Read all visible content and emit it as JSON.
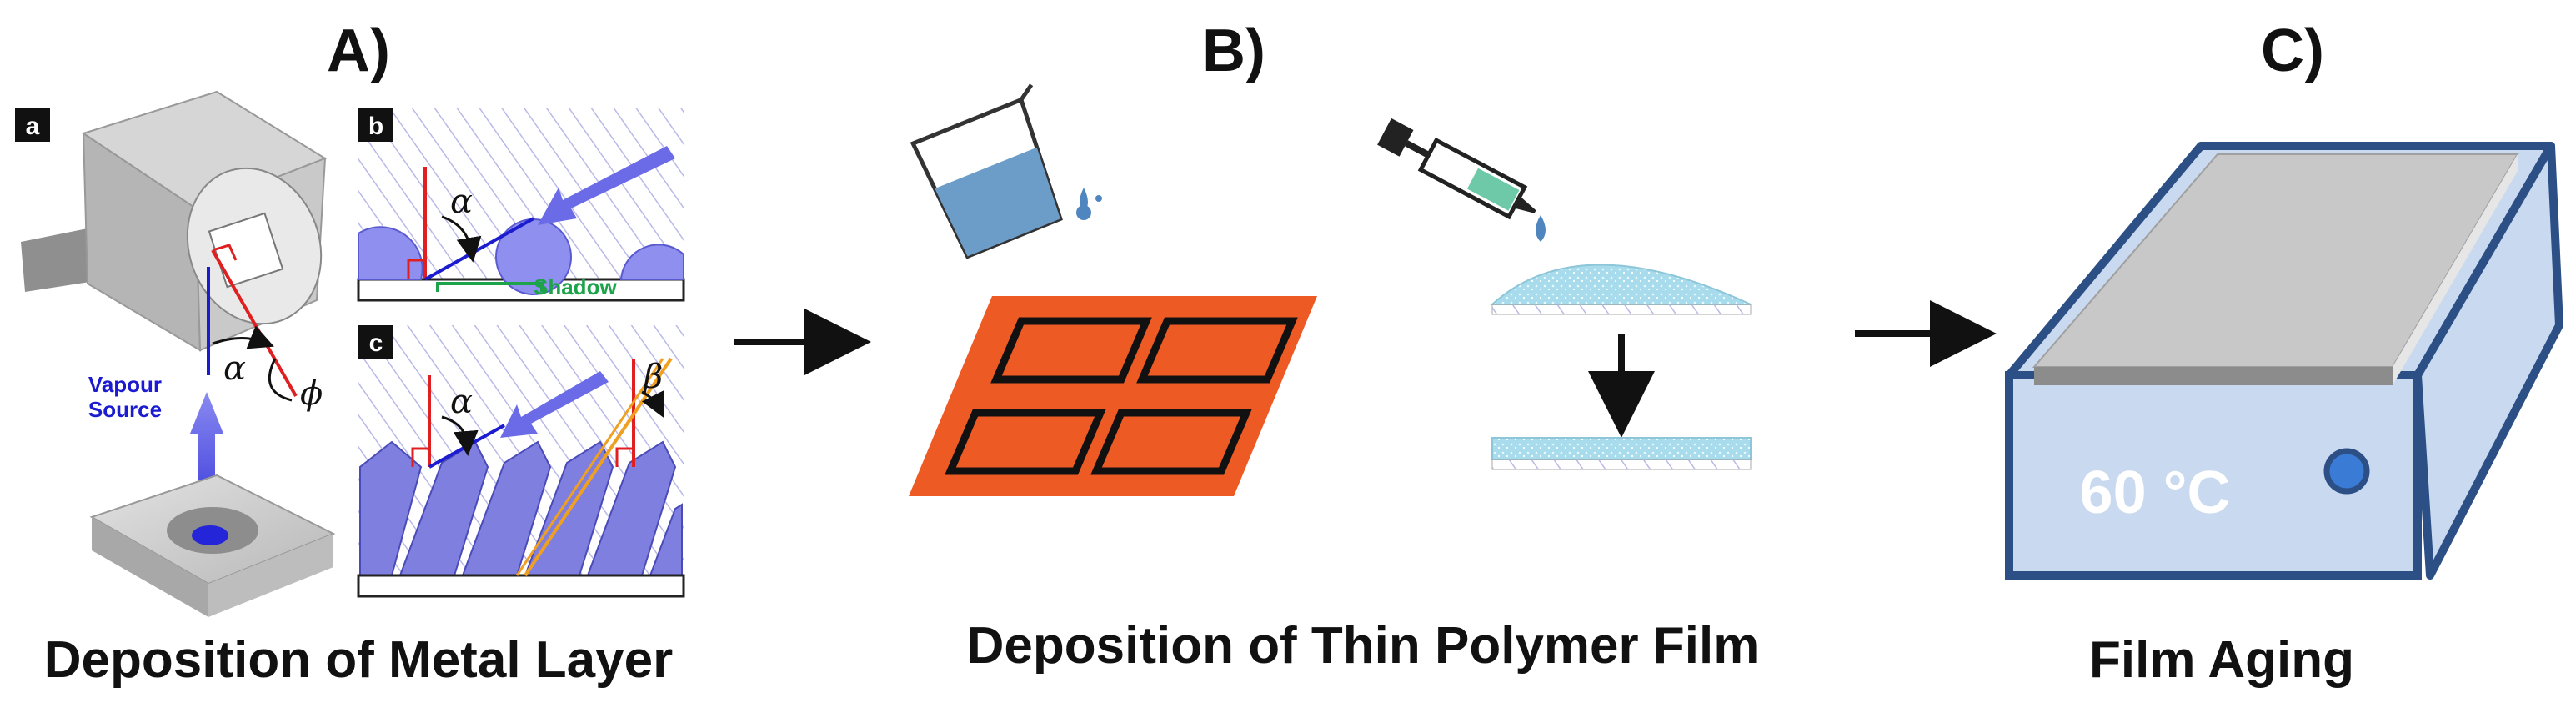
{
  "panels": [
    {
      "title": "A)",
      "caption": "Deposition of Metal Layer"
    },
    {
      "title": "B)",
      "caption": "Deposition of Thin Polymer Film"
    },
    {
      "title": "C)",
      "caption": "Film Aging"
    }
  ],
  "subpanels": {
    "a": {
      "label": "a",
      "vapour_label_line1": "Vapour",
      "vapour_label_line2": "Source",
      "alpha": "α",
      "phi": "ϕ"
    },
    "b": {
      "label": "b",
      "alpha": "α",
      "shadow_label": "Shadow"
    },
    "c": {
      "label": "c",
      "alpha": "α",
      "beta": "β"
    }
  },
  "hotplate": {
    "temperature": "60 °C"
  },
  "colors": {
    "orange_substrate": "#ee5a24",
    "liquid_blue": "#6c9dc8",
    "polymer_cyan": "#a8dcec",
    "hotplate_body": "#c9d9ef",
    "hotplate_edge": "#2c4f86",
    "plate_grey": "#c8c8c8",
    "deposition_purple": "#6b6be8",
    "angle_red": "#e02020",
    "shadow_green": "#1da34a",
    "orange_line": "#f0a020"
  }
}
